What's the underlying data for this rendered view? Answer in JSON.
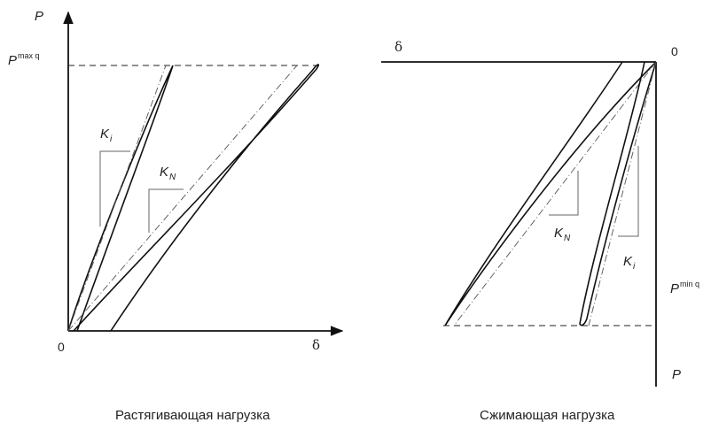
{
  "left_chart": {
    "y_axis_label": "P",
    "pmax_label": "P",
    "pmax_superscript": "max q",
    "origin_label": "0",
    "x_axis_label": "δ",
    "ki_label": "K",
    "ki_sub": "i",
    "kn_label": "K",
    "kn_sub": "N",
    "caption": "Растягивающая нагрузка"
  },
  "right_chart": {
    "x_axis_label": "δ",
    "origin_label": "0",
    "pmin_label": "P",
    "pmin_superscript": "min q",
    "y_axis_label": "P",
    "kn_label": "K",
    "kn_sub": "N",
    "ki_label": "K",
    "ki_sub": "i",
    "caption": "Сжимающая нагрузка"
  },
  "colors": {
    "line": "#111111",
    "secondary": "#555555"
  }
}
